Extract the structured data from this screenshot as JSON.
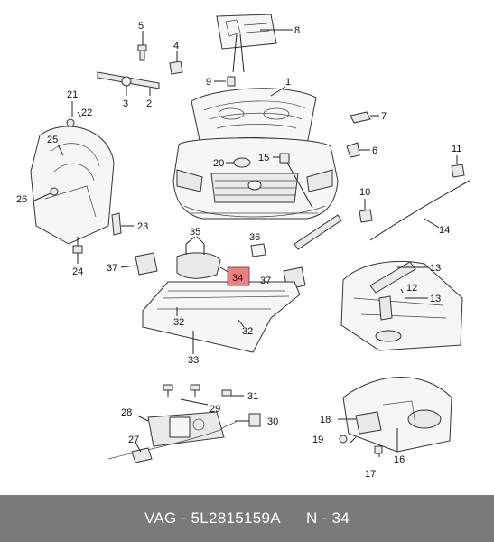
{
  "footer": {
    "part_number": "VAG - 5L2815159A",
    "position": "N - 34"
  },
  "highlight_color": "#f08080",
  "callouts": {
    "c1": "1",
    "c2": "2",
    "c3": "3",
    "c4": "4",
    "c5": "5",
    "c6": "6",
    "c7": "7",
    "c8": "8",
    "c9": "9",
    "c10": "10",
    "c11": "11",
    "c12": "12",
    "c13a": "13",
    "c13b": "13",
    "c14": "14",
    "c15": "15",
    "c16": "16",
    "c17": "17",
    "c18": "18",
    "c19": "19",
    "c20": "20",
    "c21": "21",
    "c22": "22",
    "c23": "23",
    "c24": "24",
    "c25": "25",
    "c26": "26",
    "c27": "27",
    "c28": "28",
    "c29": "29",
    "c30": "30",
    "c31": "31",
    "c32a": "32",
    "c32b": "32",
    "c33": "33",
    "c34": "34",
    "c35": "35",
    "c36": "36",
    "c37a": "37",
    "c37b": "37"
  }
}
